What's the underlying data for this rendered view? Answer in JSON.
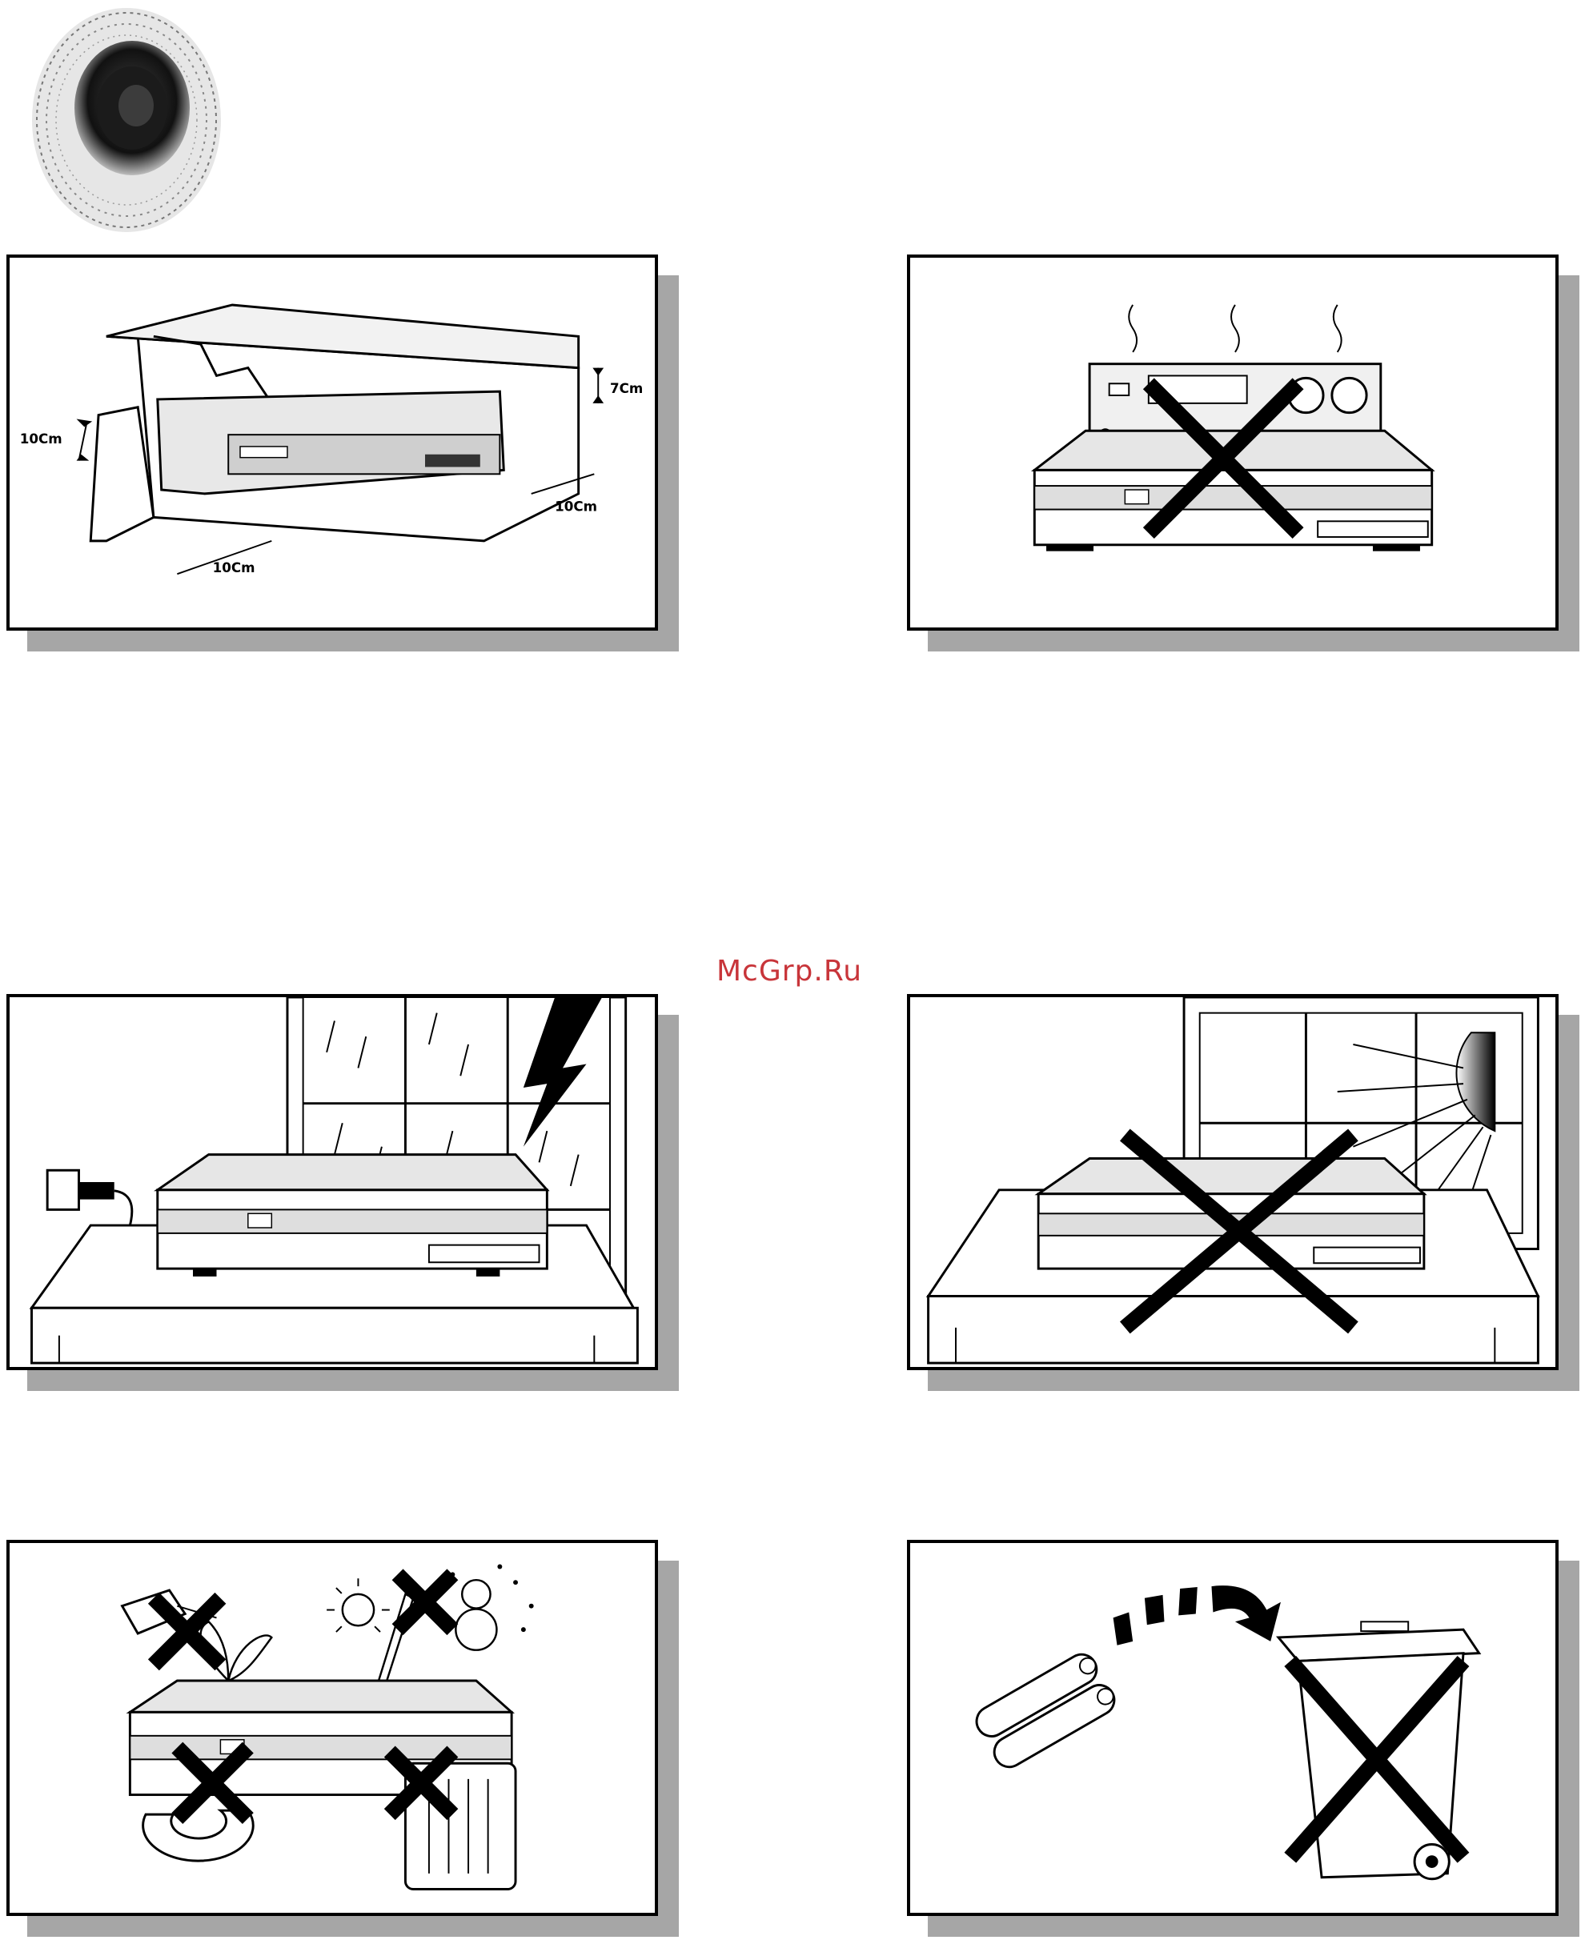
{
  "watermark": {
    "text": "McGrp.Ru",
    "color": "#c8353a"
  },
  "figures": {
    "clearance": {
      "labels": {
        "top": "7Cm",
        "left": "10Cm",
        "right": "10Cm",
        "front": "10Cm"
      }
    },
    "no_stacking_hot_device": {
      "prohibited": true
    },
    "unplug_during_storm": {
      "prohibited": false
    },
    "no_direct_sunlight": {
      "prohibited": true
    },
    "no_water_heat_magnets": {
      "prohibited": true
    },
    "no_batteries_in_trash": {
      "prohibited": true
    }
  },
  "colors": {
    "frame": "#000000",
    "shadow": "#a6a6a6",
    "background": "#ffffff"
  }
}
